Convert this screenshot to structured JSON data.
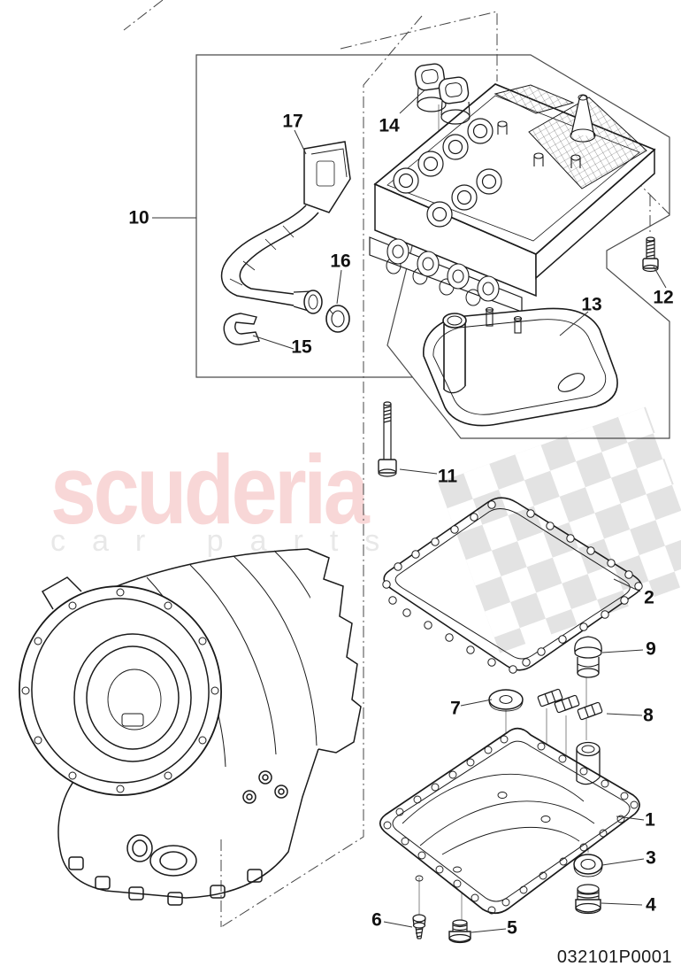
{
  "watermark": {
    "brand": "scuderia",
    "tagline": "car parts"
  },
  "footer": {
    "drawing_code": "032101P0001"
  },
  "colors": {
    "line": "#1a1a1a",
    "frame": "#4a4a4a",
    "brand_pink": "#f8d7d7",
    "tagline_gray": "#e8e8e8",
    "flag_gray": "#e3e3e3"
  },
  "callouts": {
    "c1": "1",
    "c2": "2",
    "c3": "3",
    "c4": "4",
    "c5": "5",
    "c6": "6",
    "c7": "7",
    "c8": "8",
    "c9": "9",
    "c10": "10",
    "c11": "11",
    "c12": "12",
    "c13": "13",
    "c14": "14",
    "c15": "15",
    "c16": "16",
    "c17": "17"
  }
}
